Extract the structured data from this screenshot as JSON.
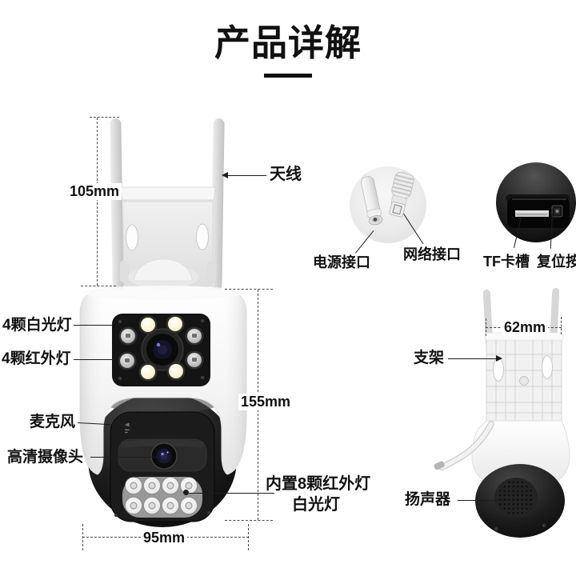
{
  "title": "产品详解",
  "colors": {
    "background": "#ffffff",
    "text": "#111111",
    "line": "#1d1d1d"
  },
  "labels": {
    "antenna": "天线",
    "white_light": "4颗白光灯",
    "ir_light": "4颗红外灯",
    "mic": "麦克风",
    "hd_camera": "高清摄像头",
    "builtin_line1": "内置8颗红外灯",
    "builtin_line2": "白光灯",
    "power": "电源接口",
    "network": "网络接口",
    "tf_slot": "TF卡槽",
    "reset": "复位按键",
    "bracket": "支架",
    "speaker": "扬声器"
  },
  "dimensions": {
    "antenna_height": "105mm",
    "body_height": "155mm",
    "body_width": "95mm",
    "bracket_width": "62mm"
  }
}
